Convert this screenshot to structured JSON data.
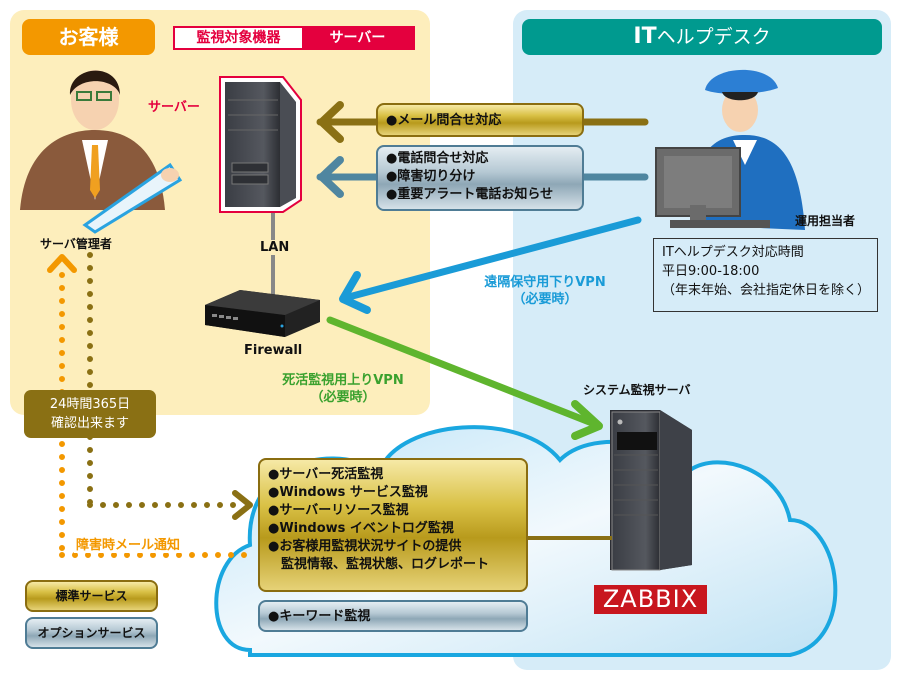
{
  "customer_zone": {
    "header": "お客様",
    "monitored_tag": {
      "label": "監視対象機器",
      "value": "サーバー"
    },
    "server_label": "サーバー",
    "admin_label": "サーバ管理者",
    "lan_label": "LAN",
    "firewall_label": "Firewall"
  },
  "helpdesk_zone": {
    "header_prefix": "IT",
    "header_suffix": "ヘルプデスク",
    "operator_label": "運用担当者",
    "hours": {
      "title": "ITヘルプデスク対応時間",
      "time": "平日9:00-18:00",
      "note": "（年末年始、会社指定休日を除く）"
    },
    "monitor_server_label": "システム監視サーバ",
    "product_logo": "ZABBIX"
  },
  "flows": {
    "mail_support": [
      "●メール問合せ対応"
    ],
    "phone_support": [
      "●電話問合せ対応",
      "●障害切り分け",
      "●重要アラート電話お知らせ"
    ],
    "remote_vpn": {
      "line1": "遠隔保守用下りVPN",
      "line2": "（必要時）"
    },
    "alive_vpn": {
      "line1": "死活監視用上りVPN",
      "line2": "（必要時）"
    },
    "availability_badge": {
      "line1": "24時間365日",
      "line2": "確認出来ます"
    },
    "failure_mail": "障害時メール通知"
  },
  "cloud_services": {
    "standard": [
      "●サーバー死活監視",
      "●Windows サービス監視",
      "●サーバーリソース監視",
      "●Windows イベントログ監視",
      "●お客様用監視状況サイトの提供",
      "　監視情報、監視状態、ログレポート"
    ],
    "option": [
      "●キーワード監視"
    ]
  },
  "legend": {
    "standard": "標準サービス",
    "option": "オプションサービス"
  },
  "colors": {
    "customer_bg": "#fdeebc",
    "customer_header": "#f39800",
    "helpdesk_bg": "#d6ecf8",
    "helpdesk_header": "#009a8f",
    "alert_red": "#e4003e",
    "gold_arrow": "#8a7014",
    "steel_arrow": "#4f86a0",
    "vpn_blue": "#1a9bd7",
    "vpn_green": "#5fb52e",
    "mail_orange": "#f39800",
    "zabbix_red": "#c8161e"
  }
}
